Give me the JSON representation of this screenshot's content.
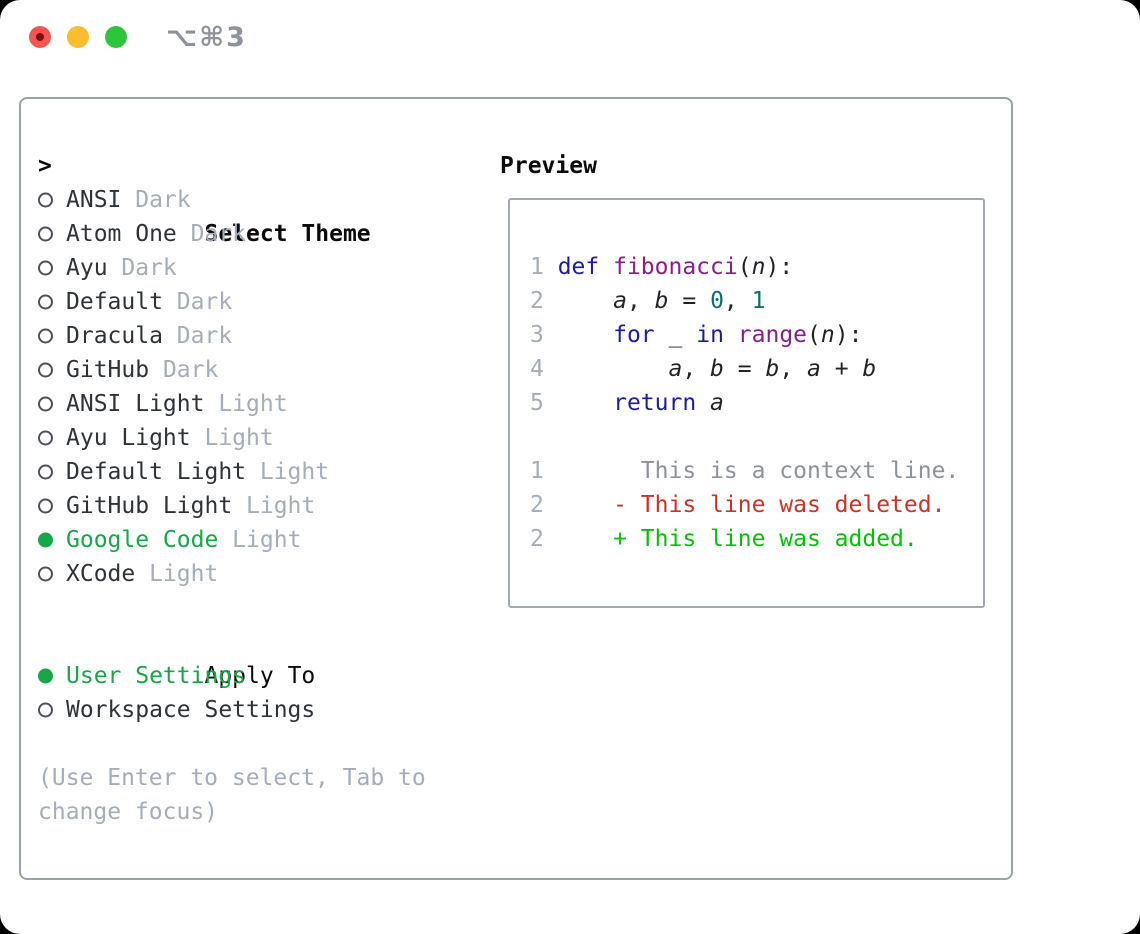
{
  "window": {
    "title": "⌥⌘3"
  },
  "theme_panel": {
    "header": {
      "prompt": ">",
      "label": "Select Theme"
    },
    "themes": [
      {
        "name": "ANSI",
        "variant": "Dark",
        "selected": false
      },
      {
        "name": "Atom One",
        "variant": "Dark",
        "selected": false
      },
      {
        "name": "Ayu",
        "variant": "Dark",
        "selected": false
      },
      {
        "name": "Default",
        "variant": "Dark",
        "selected": false
      },
      {
        "name": "Dracula",
        "variant": "Dark",
        "selected": false
      },
      {
        "name": "GitHub",
        "variant": "Dark",
        "selected": false
      },
      {
        "name": "ANSI Light",
        "variant": "Light",
        "selected": false
      },
      {
        "name": "Ayu Light",
        "variant": "Light",
        "selected": false
      },
      {
        "name": "Default Light",
        "variant": "Light",
        "selected": false
      },
      {
        "name": "GitHub Light",
        "variant": "Light",
        "selected": false
      },
      {
        "name": "Google Code",
        "variant": "Light",
        "selected": true
      },
      {
        "name": "XCode",
        "variant": "Light",
        "selected": false
      }
    ],
    "apply_to": {
      "label": "Apply To",
      "options": [
        {
          "label": "User Settings",
          "selected": true
        },
        {
          "label": "Workspace Settings",
          "selected": false
        }
      ]
    },
    "hint_lines": [
      "(Use Enter to select, Tab to",
      "change focus)"
    ]
  },
  "preview": {
    "header": "Preview",
    "lines": [
      {
        "num": "1",
        "tokens": [
          {
            "t": "def ",
            "c": "kw"
          },
          {
            "t": "fibonacci",
            "c": "fn"
          },
          {
            "t": "(",
            "c": "pl"
          },
          {
            "t": "n",
            "c": "var"
          },
          {
            "t": "):",
            "c": "pl"
          }
        ]
      },
      {
        "num": "2",
        "tokens": [
          {
            "t": "    ",
            "c": "pl"
          },
          {
            "t": "a",
            "c": "var"
          },
          {
            "t": ", ",
            "c": "pl"
          },
          {
            "t": "b",
            "c": "var"
          },
          {
            "t": " = ",
            "c": "pl"
          },
          {
            "t": "0",
            "c": "num"
          },
          {
            "t": ", ",
            "c": "pl"
          },
          {
            "t": "1",
            "c": "num"
          }
        ]
      },
      {
        "num": "3",
        "tokens": [
          {
            "t": "    ",
            "c": "pl"
          },
          {
            "t": "for",
            "c": "kw"
          },
          {
            "t": " ",
            "c": "pl"
          },
          {
            "t": "_",
            "c": "var"
          },
          {
            "t": " ",
            "c": "pl"
          },
          {
            "t": "in",
            "c": "kw"
          },
          {
            "t": " ",
            "c": "pl"
          },
          {
            "t": "range",
            "c": "fn"
          },
          {
            "t": "(",
            "c": "pl"
          },
          {
            "t": "n",
            "c": "var"
          },
          {
            "t": "):",
            "c": "pl"
          }
        ]
      },
      {
        "num": "4",
        "tokens": [
          {
            "t": "        ",
            "c": "pl"
          },
          {
            "t": "a",
            "c": "var"
          },
          {
            "t": ", ",
            "c": "pl"
          },
          {
            "t": "b",
            "c": "var"
          },
          {
            "t": " = ",
            "c": "pl"
          },
          {
            "t": "b",
            "c": "var"
          },
          {
            "t": ", ",
            "c": "pl"
          },
          {
            "t": "a",
            "c": "var"
          },
          {
            "t": " + ",
            "c": "pl"
          },
          {
            "t": "b",
            "c": "var"
          }
        ]
      },
      {
        "num": "5",
        "tokens": [
          {
            "t": "    ",
            "c": "pl"
          },
          {
            "t": "return",
            "c": "kw"
          },
          {
            "t": " ",
            "c": "pl"
          },
          {
            "t": "a",
            "c": "var"
          }
        ]
      },
      {
        "num": "",
        "tokens": []
      },
      {
        "num": "1",
        "tokens": [
          {
            "t": "      This is a context line.",
            "c": "ctx"
          }
        ]
      },
      {
        "num": "2",
        "tokens": [
          {
            "t": "    - This line was deleted.",
            "c": "del"
          }
        ]
      },
      {
        "num": "2",
        "tokens": [
          {
            "t": "    + This line was added.",
            "c": "add"
          }
        ]
      }
    ]
  },
  "colors": {
    "accent_green": "#16a749",
    "muted": "#a4adb8",
    "text_dark": "#2e3338",
    "border_panel": "#99a1ac",
    "border_preview": "#a2a9b3",
    "kw": "#1b1ba5",
    "fn": "#8c1c8c",
    "num_teal": "#0a7171",
    "plain": "#1f2328",
    "line_num": "#a4adb8",
    "ctx": "#8e9399",
    "del": "#cb3326",
    "add": "#04c304",
    "title_gray": "#8e939b",
    "tl_red": "#f4564f",
    "tl_red_dot": "#7c100c",
    "tl_yellow": "#fbbd2d",
    "tl_green": "#2ec43b"
  }
}
